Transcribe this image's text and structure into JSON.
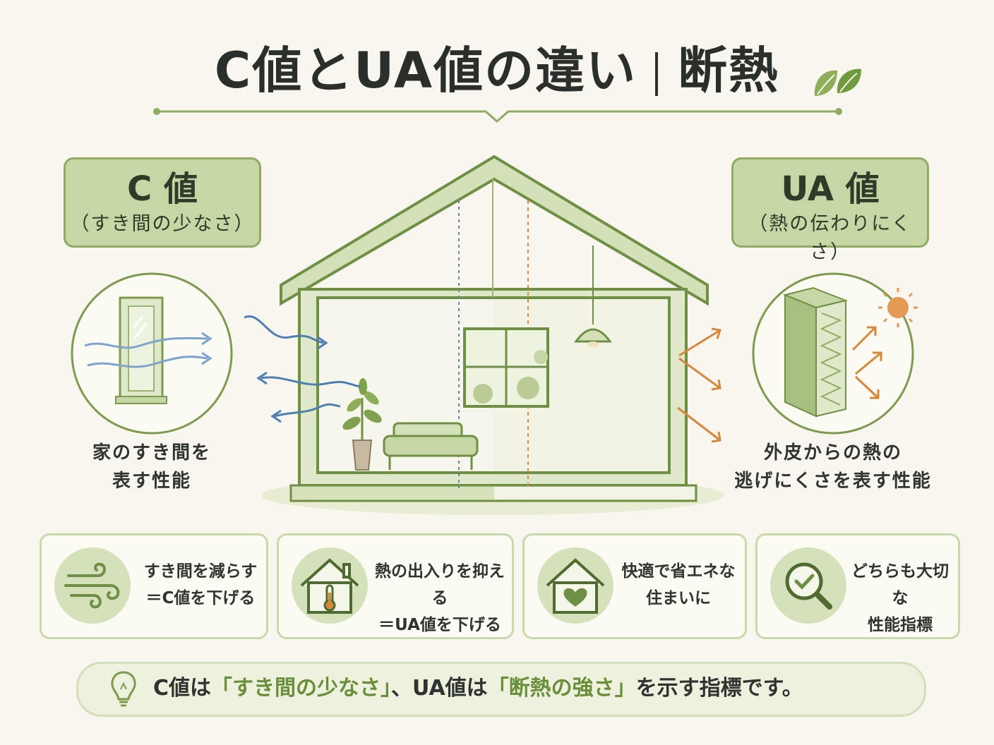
{
  "title": {
    "part1": "C値とUA値の違い",
    "part2": "断熱"
  },
  "left_panel": {
    "label_main": "C 値",
    "label_sub": "（すき間の少なさ）",
    "caption_line1": "家のすき間を",
    "caption_line2": "表す性能"
  },
  "right_panel": {
    "label_main": "UA 値",
    "label_sub": "（熱の伝わりにくさ）",
    "caption_line1": "外皮からの熱の",
    "caption_line2": "逃げにくさを表す性能"
  },
  "cards": [
    {
      "icon": "wind-icon",
      "line1": "すき間を減らす",
      "line2": "＝C値を下げる"
    },
    {
      "icon": "house-thermometer-icon",
      "line1": "熱の出入りを抑える",
      "line2": "＝UA値を下げる"
    },
    {
      "icon": "house-heart-icon",
      "line1": "快適で省エネな",
      "line2": "住まいに"
    },
    {
      "icon": "magnifier-check-icon",
      "line1": "どちらも大切な",
      "line2": "性能指標"
    }
  ],
  "summary": {
    "icon": "lightbulb-icon",
    "part1": "C値は",
    "highlight1": "「すき間の少なさ」",
    "part2": "、UA値は",
    "highlight2": "「断熱の強さ」",
    "part3": "を示す指標です。"
  },
  "colors": {
    "background": "#f8f6ee",
    "green_dark": "#6f8f45",
    "green_light": "#c6d7a6",
    "air_blue": "#5b86b4",
    "heat_orange": "#dd8a3e",
    "text": "#2f3430"
  }
}
